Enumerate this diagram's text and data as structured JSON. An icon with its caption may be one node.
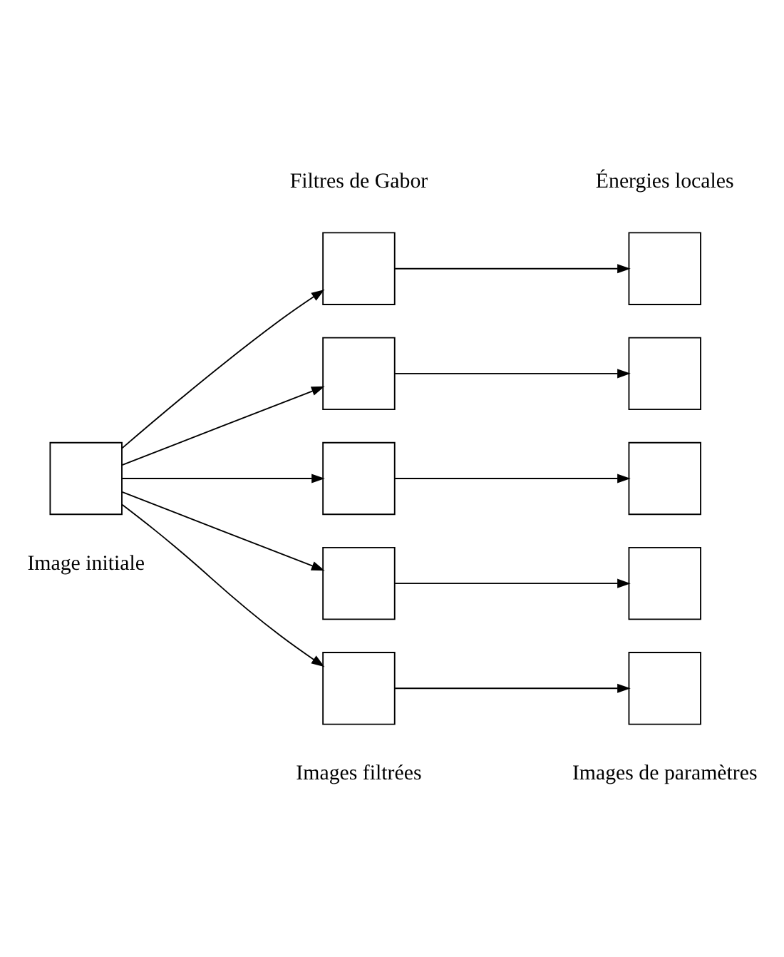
{
  "diagram": {
    "nodes": [
      {
        "text": [],
        "shape": "box",
        "beside": [
          "Image initiale"
        ]
      },
      {
        "text": [],
        "shape": "box"
      },
      {
        "text": [],
        "shape": "box"
      },
      {
        "text": [],
        "shape": "box"
      },
      {
        "text": [],
        "shape": "box"
      },
      {
        "text": [],
        "shape": "box"
      },
      {
        "text": [],
        "shape": "box"
      },
      {
        "text": [],
        "shape": "box"
      },
      {
        "text": [],
        "shape": "box"
      },
      {
        "text": [],
        "shape": "box"
      },
      {
        "text": [],
        "shape": "box"
      }
    ],
    "edges": [
      {
        "from": 0,
        "to": 1,
        "arrow": "to"
      },
      {
        "from": 0,
        "to": 2,
        "arrow": "to"
      },
      {
        "from": 0,
        "to": 3,
        "arrow": "to"
      },
      {
        "from": 0,
        "to": 4,
        "arrow": "to"
      },
      {
        "from": 0,
        "to": 5,
        "arrow": "to"
      },
      {
        "from": 1,
        "to": 6,
        "arrow": "to"
      },
      {
        "from": 2,
        "to": 7,
        "arrow": "to"
      },
      {
        "from": 3,
        "to": 8,
        "arrow": "to"
      },
      {
        "from": 4,
        "to": 9,
        "arrow": "to"
      },
      {
        "from": 5,
        "to": 10,
        "arrow": "to"
      }
    ],
    "labels": [
      "Filtres de Gabor",
      "Énergies locales",
      "Images filtrées",
      "Images de paramètres"
    ]
  }
}
